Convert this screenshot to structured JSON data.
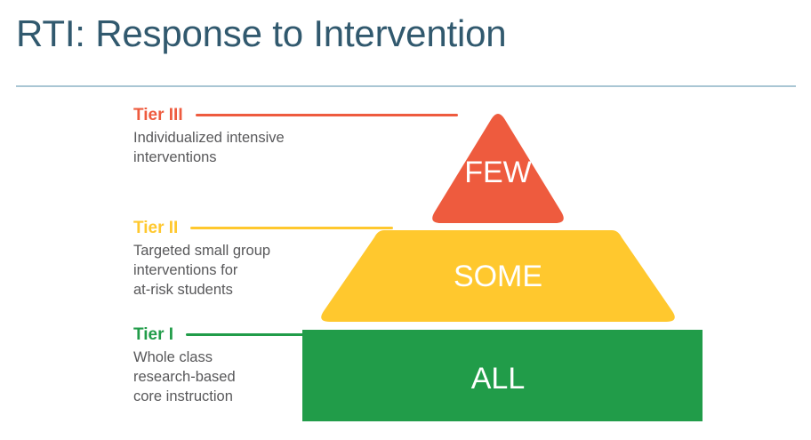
{
  "slide": {
    "title": "RTI: Response to Intervention"
  },
  "colors": {
    "title": "#31596E",
    "divider": "#A9C6D4",
    "body_text": "#58585A",
    "tier3": "#EE5B3E",
    "tier2": "#FFC82E",
    "tier1": "#219C49",
    "shape_label": "#FFFFFF",
    "background": "#FFFFFF"
  },
  "legend": [
    {
      "tier": "Tier III",
      "description": "Individualized intensive\ninterventions",
      "color": "#EE5B3E"
    },
    {
      "tier": "Tier II",
      "description": "Targeted small group\ninterventions for\nat-risk students",
      "color": "#FFC82E"
    },
    {
      "tier": "Tier I",
      "description": "Whole class\nresearch-based\ncore instruction",
      "color": "#219C49"
    }
  ],
  "pyramid": {
    "levels": [
      {
        "label": "FEW",
        "tier": "Tier III",
        "color": "#EE5B3E"
      },
      {
        "label": "SOME",
        "tier": "Tier II",
        "color": "#FFC82E"
      },
      {
        "label": "ALL",
        "tier": "Tier I",
        "color": "#219C49"
      }
    ]
  }
}
